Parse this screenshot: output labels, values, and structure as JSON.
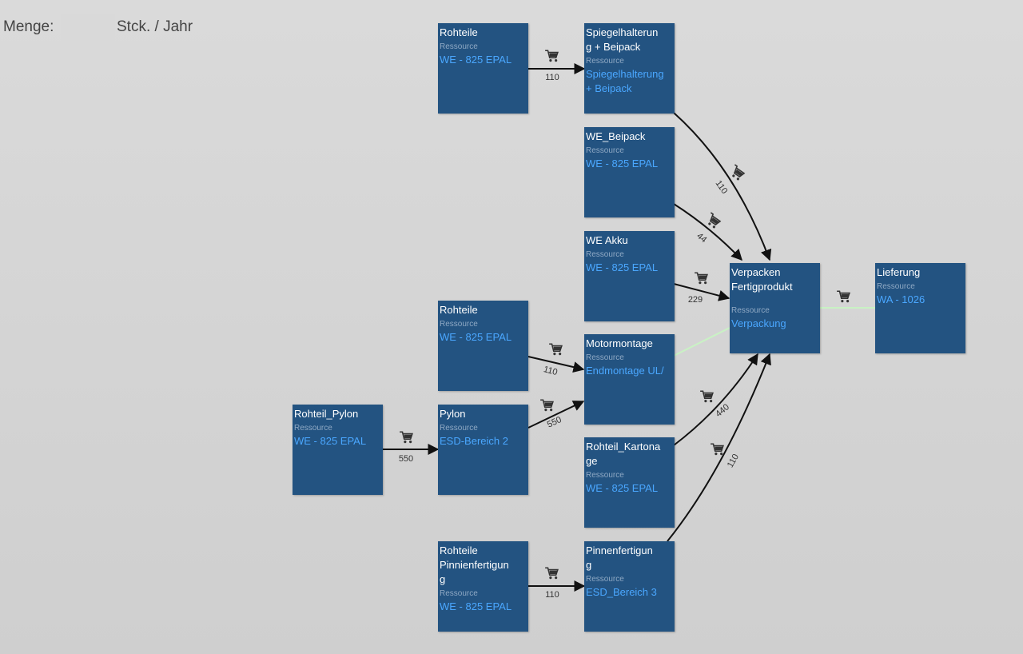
{
  "header": {
    "quantity_label": "Menge:",
    "quantity_value": "",
    "quantity_unit": "Stck. / Jahr"
  },
  "resource_label": "Ressource",
  "nodes": {
    "rohteile_top": {
      "title": "Rohteile",
      "resource": "WE - 825 EPAL"
    },
    "spiegelhalterung": {
      "title": "Spiegelhalterun\ng + Beipack",
      "resource": "Spiegelhalterung\n+ Beipack"
    },
    "we_beipack": {
      "title": "WE_Beipack",
      "resource": "WE - 825 EPAL"
    },
    "we_akku": {
      "title": "WE Akku",
      "resource": "WE - 825 EPAL"
    },
    "verpacken": {
      "title": "Verpacken\nFertigprodukt",
      "resource": "Verpackung"
    },
    "lieferung": {
      "title": "Lieferung",
      "resource": "WA - 1026"
    },
    "rohteile_mid": {
      "title": "Rohteile",
      "resource": "WE - 825 EPAL"
    },
    "motormontage": {
      "title": "Motormontage",
      "resource": "Endmontage UL/"
    },
    "rohteil_pylon": {
      "title": "Rohteil_Pylon",
      "resource": "WE - 825 EPAL"
    },
    "pylon": {
      "title": "Pylon",
      "resource": "ESD-Bereich 2"
    },
    "rohteil_kartonage": {
      "title": "Rohteil_Kartona\nge",
      "resource": "WE - 825 EPAL"
    },
    "rohteile_pinnen": {
      "title": "Rohteile\nPinnienfertigun\ng",
      "resource": "WE - 825 EPAL"
    },
    "pinnenfertigung": {
      "title": "Pinnenfertigun\ng",
      "resource": "ESD_Bereich 3"
    }
  },
  "edges": [
    {
      "from": "rohteile_top",
      "to": "spiegelhalterung",
      "qty": "110"
    },
    {
      "from": "spiegelhalterung",
      "to": "verpacken",
      "qty": "110"
    },
    {
      "from": "we_beipack",
      "to": "verpacken",
      "qty": "44"
    },
    {
      "from": "we_akku",
      "to": "verpacken",
      "qty": "229"
    },
    {
      "from": "rohteile_mid",
      "to": "motormontage",
      "qty": "110"
    },
    {
      "from": "pylon",
      "to": "motormontage",
      "qty": "550"
    },
    {
      "from": "rohteil_pylon",
      "to": "pylon",
      "qty": "550"
    },
    {
      "from": "rohteil_kartonage",
      "to": "verpacken",
      "qty": "440"
    },
    {
      "from": "rohteile_pinnen",
      "to": "pinnenfertigung",
      "qty": "110"
    },
    {
      "from": "pinnenfertigung",
      "to": "verpacken",
      "qty": "110"
    },
    {
      "from": "motormontage",
      "to": "verpacken",
      "qty": ""
    },
    {
      "from": "verpacken",
      "to": "lieferung",
      "qty": ""
    }
  ],
  "icons": {
    "edge": "cart-icon"
  },
  "colors": {
    "node_bg": "#235381",
    "resource_value": "#4aa7ff",
    "edge": "#111111",
    "pending_edge": "#c9f2c4"
  }
}
